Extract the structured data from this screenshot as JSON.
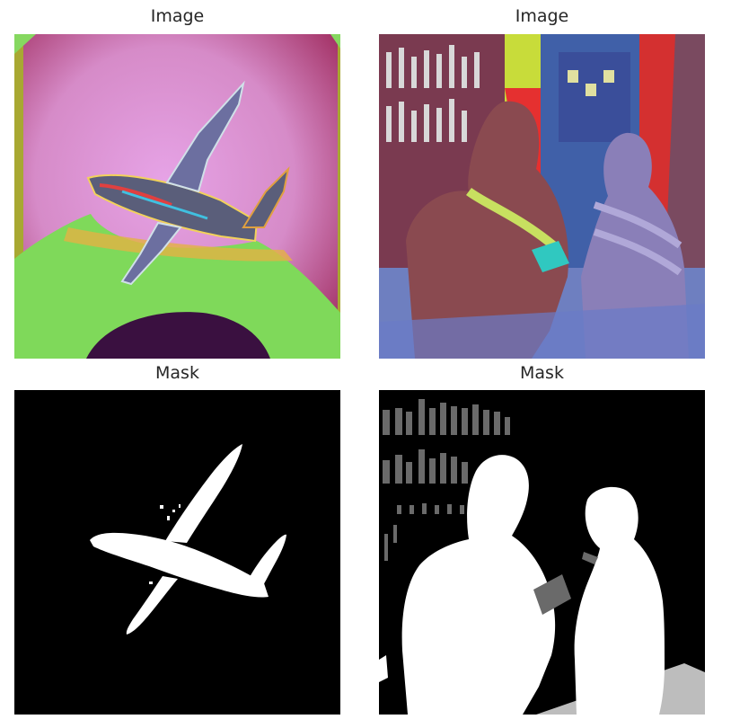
{
  "panels": [
    {
      "id": "image-1",
      "title": "Image",
      "kind": "image",
      "subject": "airplane"
    },
    {
      "id": "image-2",
      "title": "Image",
      "kind": "image",
      "subject": "two-people-at-bar"
    },
    {
      "id": "mask-1",
      "title": "Mask",
      "kind": "mask",
      "subject": "airplane"
    },
    {
      "id": "mask-2",
      "title": "Mask",
      "kind": "mask",
      "subject": "two-people-at-bar"
    }
  ],
  "colors": {
    "text": "#262626",
    "mask_background": "#000000",
    "mask_foreground": "#ffffff",
    "mask_secondary": "#bdbdbd",
    "mask_tertiary": "#6a6a6a"
  }
}
